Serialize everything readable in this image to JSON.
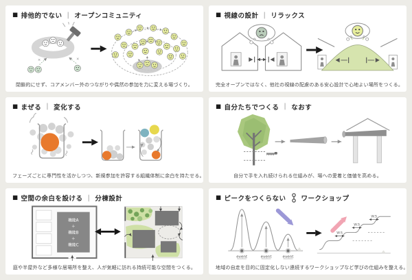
{
  "page": {
    "background": "#edece7",
    "panel_background": "#ffffff"
  },
  "panels": [
    {
      "bullet": "■",
      "keyword": "排他的でない",
      "divider": "|",
      "subtitle": "オープンコミュニティ",
      "caption": "閉鎖的にせず、コアメンバー外のつながりや偶然の参加を力に変える場づくり。"
    },
    {
      "bullet": "■",
      "keyword": "視線の設計",
      "divider": "|",
      "subtitle": "リラックス",
      "caption": "完全オープンではなく、他社の視線の配慮のある安心設計で心地よい場所をつくる。"
    },
    {
      "bullet": "■",
      "keyword": "まぜる",
      "divider": "|",
      "subtitle": "変化する",
      "caption": "フェーズごとに専門性を活かしつつ、新規参加を許容する組織体制に余白を持たせる。"
    },
    {
      "bullet": "■",
      "keyword": "自分たちでつくる",
      "divider": "|",
      "subtitle": "なおす",
      "caption": "自分で手を入れ続けられる仕組みが、場への愛着と価値を高める。"
    },
    {
      "bullet": "■",
      "keyword": "空間の余白を設ける",
      "divider": "|",
      "subtitle": "分棟設計",
      "caption": "庭や半屋外など多様な居場所を整え、人が気軽に訪れる持続可能な空間をつくる。"
    },
    {
      "bullet": "■",
      "keyword": "ピークをつくらない",
      "subtitle": "ワークショップ",
      "caption": "地域の自走を目的に固定化しない連続するワークショップなど学びの仕組みを整える。"
    }
  ],
  "diagram_labels": {
    "plan_functions": [
      "機能A",
      "＋",
      "機能B",
      "＋",
      "機能C"
    ],
    "event_label": "event",
    "workshop_label": "W.S"
  },
  "colors": {
    "orange": "#e8792c",
    "teal": "#7eb3c0",
    "yellow": "#e7d84e",
    "face_yellow": "#e6ec9e",
    "face_green": "#cfe4d0",
    "tree_green": "#a9c87e",
    "hill_green": "#d6e4ae",
    "plan_green": "#cfe0a6",
    "purple_arrow": "#9c98d7",
    "pink_arrow": "#f1a5b3",
    "building_gray": "#787878"
  }
}
